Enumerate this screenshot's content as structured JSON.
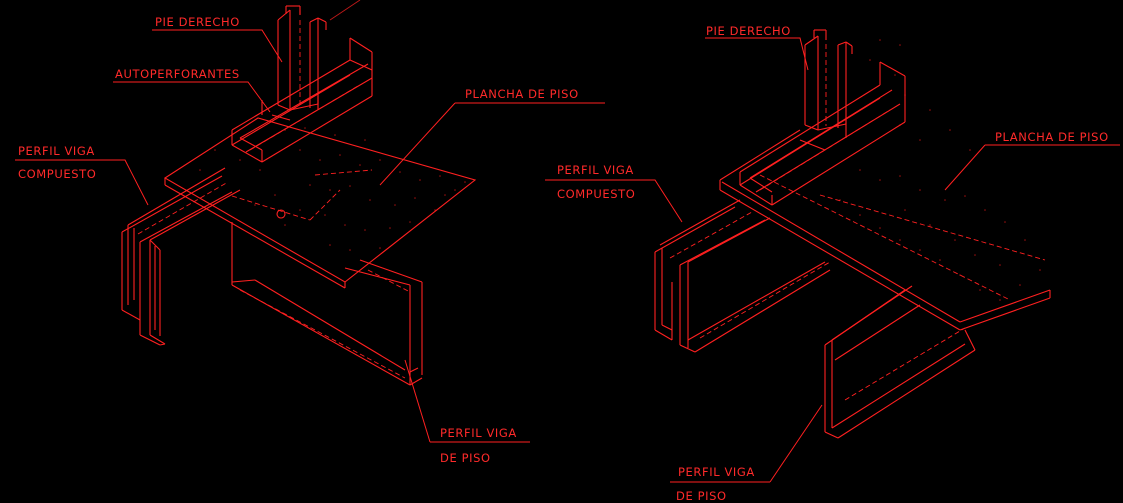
{
  "left": {
    "pie_derecho": "PIE DERECHO",
    "autoperforantes": "AUTOPERFORANTES",
    "plancha_de_piso": "PLANCHA DE PISO",
    "perfil_viga_compuesto_1": "PERFIL VIGA",
    "perfil_viga_compuesto_2": "COMPUESTO",
    "perfil_viga_piso_1": "PERFIL VIGA",
    "perfil_viga_piso_2": "DE PISO"
  },
  "right": {
    "pie_derecho": "PIE DERECHO",
    "plancha_de_piso": "PLANCHA DE PISO",
    "perfil_viga_compuesto_1": "PERFIL VIGA",
    "perfil_viga_compuesto_2": "COMPUESTO",
    "perfil_viga_piso_1": "PERFIL VIGA",
    "perfil_viga_piso_2": "DE PISO"
  },
  "colors": {
    "background": "#000000",
    "linework": "#ff2020"
  }
}
